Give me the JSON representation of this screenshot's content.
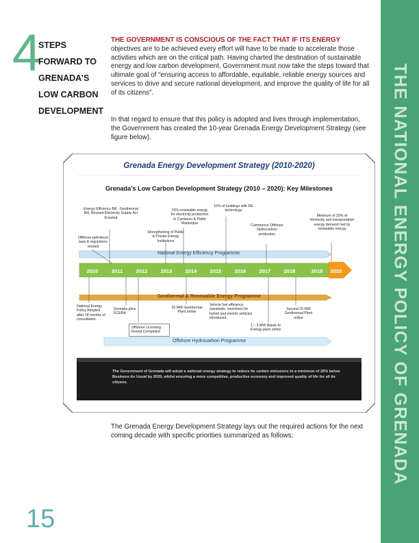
{
  "sidebar": {
    "title": "THE NATIONAL ENERGY POLICY OF GRENADA"
  },
  "section": {
    "number": "4",
    "heading_lines": [
      "STEPS",
      "FORWARD TO",
      "GRENADA’S",
      "LOW CARBON",
      "DEVELOPMENT"
    ]
  },
  "body": {
    "lead": "THE GOVERNMENT IS CONSCIOUS OF THE FACT THAT IF ITS ENERGY",
    "p1": "objectives are to be achieved every effort will have to be made to accelerate those activities which are on the critical path. Having charted the destination of sustainable energy and low carbon development, Government must now take the steps toward that ultimate goal of “ensuring access to affordable, equitable, reliable energy sources and services to drive and secure national development, and improve the quality of life for all of its citizens”.",
    "p2": "In that regard to ensure that this policy is adopted and lives through implementation, the Government has created the 10-year Grenada Energy Development Strategy (see figure below).",
    "p3": "The Grenada Energy Development Strategy lays out the required actions for the next coming decade with specific priorities summarized as follows:"
  },
  "figure": {
    "title": "Grenada Energy Development Strategy (2010-2020)",
    "subtitle": "Grenada’s Low Carbon Development Strategy (2010 – 2020): Key Milestones",
    "years": [
      "2010",
      "2011",
      "2012",
      "2013",
      "2014",
      "2015",
      "2016",
      "2017",
      "2018",
      "2019",
      "2020"
    ],
    "programmes": {
      "efficiency": "National Energy Efficiency Programme",
      "geothermal": "Geothermal & Renewable Energy Programme",
      "offshore": "Offshore Hydrocarbon Programme"
    },
    "milestones_above": {
      "m1": "Energy Efficiency Bill , Geothermal Bill, Revised Electricity Supply Act Enacted",
      "m2": "Offshore petroleum laws & regulations revised",
      "m3": "Strengthening of Public & Private Energy Institutions",
      "m4": "70% renewable energy for electricity production in Carriacou & Petite Martinique",
      "m5": "10% of buildings with RE technology",
      "m6": "Commence Offshore Hydrocarbon production",
      "m7": "Minimum of 20% of electricity and transportation energy demand met by renewable energy"
    },
    "milestones_below": {
      "b1": "National Energy Policy Adopted after 18 months of consultation",
      "b2": "Grenada joins ECERA",
      "b3": "Offshore Licensing Round Completed",
      "b4": "20 MW Geothermal Plant online",
      "b5": "Vehicle fuel efficiency standards, incentives for hybrid and electric vehicles introduced.",
      "b6": "1 – 3 MW Waste to Energy plant online",
      "b7": "Second 20 MW Geothermal Plant online"
    },
    "banner": "The Government of Grenada will adopt a national energy strategy to reduce its carbon emissions to a minimum of 20% below Business As Usual by 2020, whilst ensuring a more competitive, productive economy and improved quality of life for all its citizens."
  },
  "page": {
    "number": "15"
  },
  "colors": {
    "sidebar": "#4aa374",
    "accent_red": "#b01e2e",
    "timeline_green": "#8bc34a",
    "arrow_orange": "#f39a1e",
    "title_blue": "#1d3f73"
  }
}
